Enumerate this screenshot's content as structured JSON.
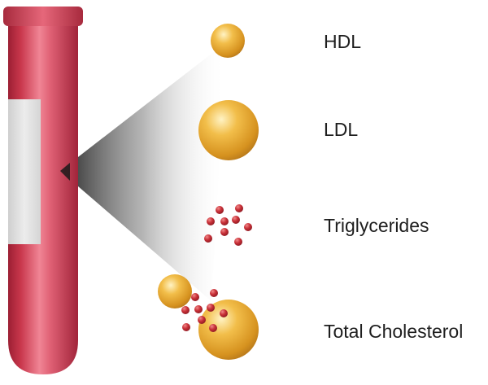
{
  "labels": {
    "hdl": "HDL",
    "ldl": "LDL",
    "triglycerides": "Triglycerides",
    "total_cholesterol": "Total Cholesterol"
  },
  "colors": {
    "tube": "#c8354a",
    "lipoprotein": "#e6a93a",
    "triglyceride": "#c0303a",
    "label_band": "#dedede",
    "cone": "#2a2a2a"
  }
}
